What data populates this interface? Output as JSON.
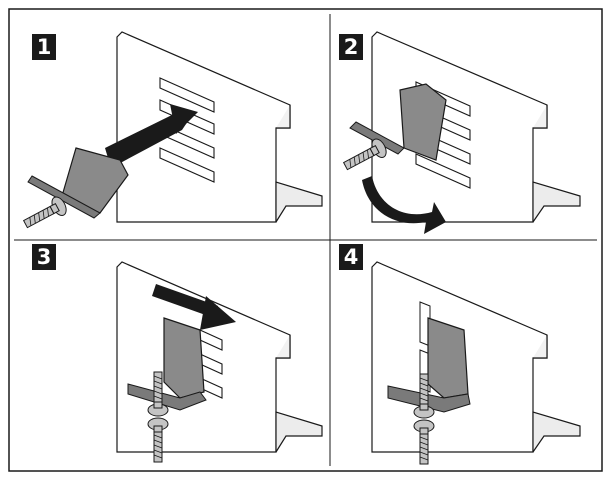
{
  "steps": [
    {
      "number": "1"
    },
    {
      "number": "2"
    },
    {
      "number": "3"
    },
    {
      "number": "4"
    }
  ],
  "colors": {
    "frame": "#1a1a1a",
    "metal_face": "#ffffff",
    "metal_shadow": "#e8e8e8",
    "clip": "#8a8a8a",
    "clip_dark": "#6e6e6e",
    "screw": "#bdbdbd",
    "arrow": "#1a1a1a"
  },
  "icons": [
    "slot-panel",
    "mounting-clip",
    "screw",
    "insert-arrow",
    "rotate-arrow",
    "slide-arrow"
  ]
}
